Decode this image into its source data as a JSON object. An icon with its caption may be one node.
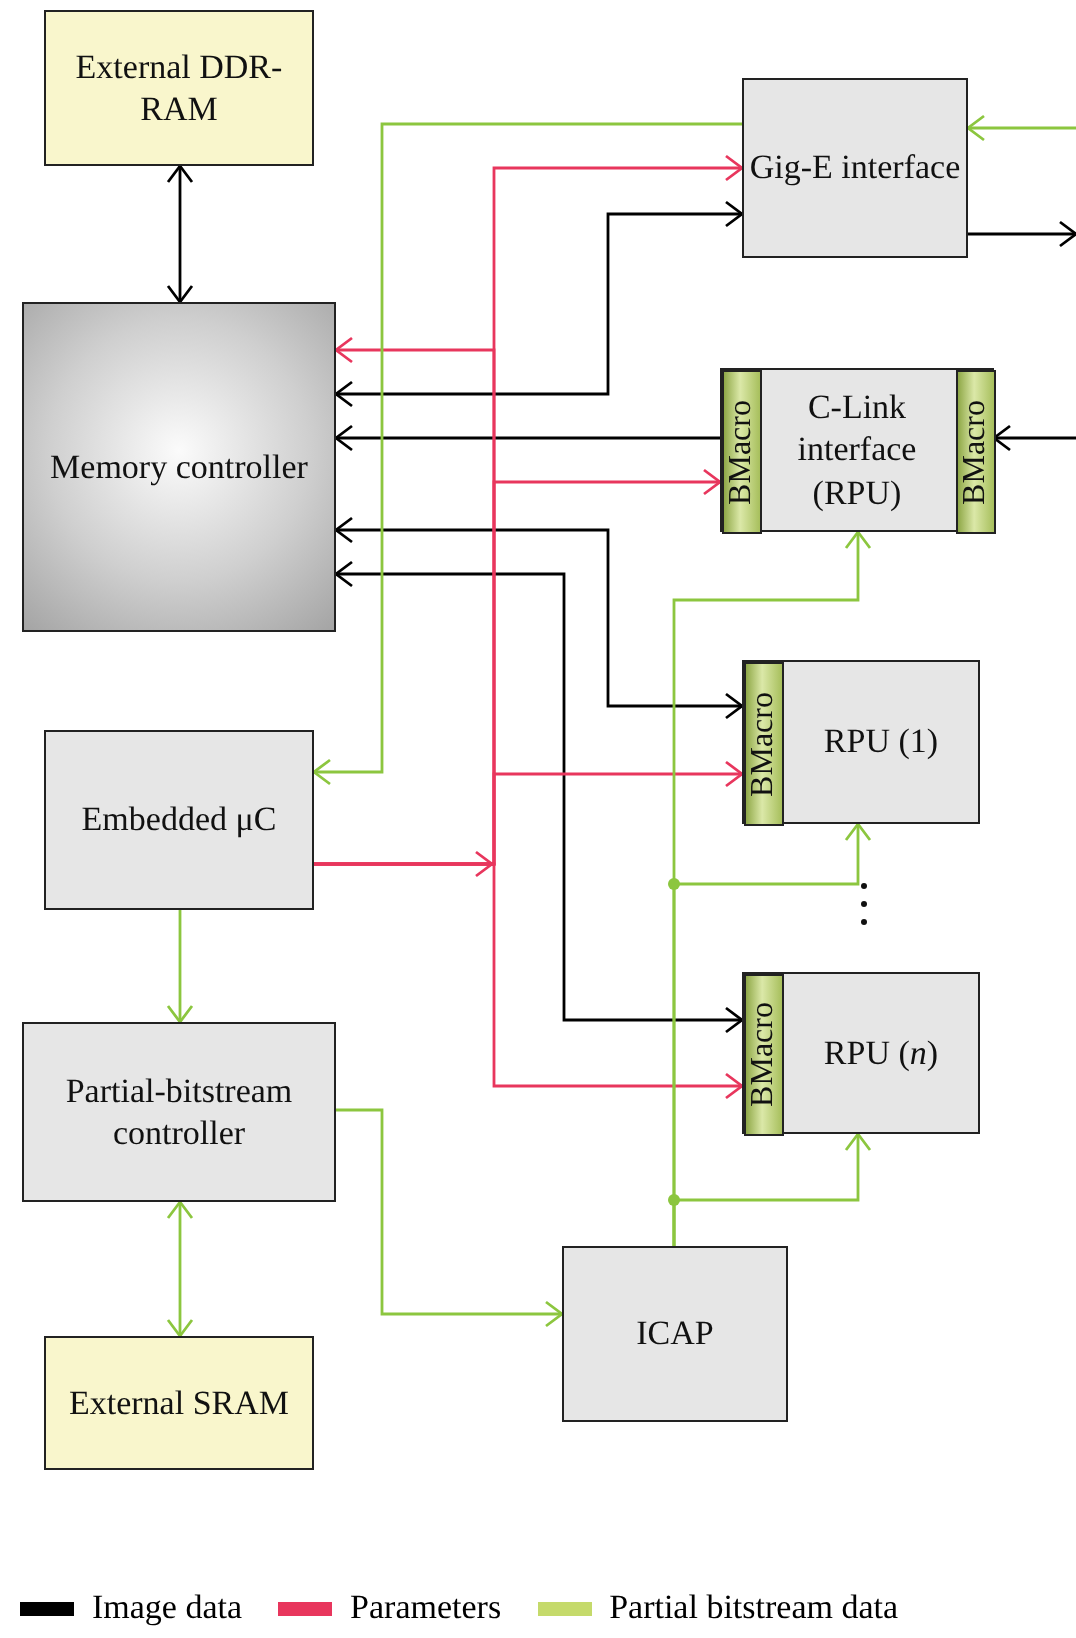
{
  "diagram": {
    "nodes": [
      {
        "text": [
          "External DDR-RAM"
        ]
      },
      {
        "text": [
          "Gig-E interface"
        ]
      },
      {
        "text": [
          "Memory controller"
        ]
      },
      {
        "text": [
          "C-Link interface (RPU)"
        ]
      },
      {
        "text": [
          "BMacro"
        ],
        "in": 3
      },
      {
        "text": [
          "BMacro"
        ],
        "in": 3
      },
      {
        "text": [
          "RPU (1)"
        ]
      },
      {
        "text": [
          "BMacro"
        ],
        "in": 6
      },
      {
        "text": [
          "Embedded μC"
        ]
      },
      {
        "text": [
          "RPU (*n*)"
        ]
      },
      {
        "text": [
          "BMacro"
        ],
        "in": 9
      },
      {
        "text": [
          "Partial-bitstream controller"
        ]
      },
      {
        "text": [
          "ICAP"
        ]
      },
      {
        "text": [
          "External SRAM"
        ]
      }
    ],
    "edges": [
      {
        "from": 0,
        "to": 2,
        "arrow": "both",
        "color": "#000000"
      },
      {
        "from": 2,
        "to": 1,
        "arrow": "both",
        "color": "#000000"
      },
      {
        "from": 1,
        "to": null,
        "arrow": "to",
        "color": "#000000"
      },
      {
        "from": 4,
        "to": 2,
        "arrow": "to",
        "color": "#000000"
      },
      {
        "from": null,
        "to": 5,
        "arrow": "to",
        "color": "#000000"
      },
      {
        "from": 2,
        "to": 7,
        "arrow": "both",
        "color": "#000000"
      },
      {
        "from": 2,
        "to": 10,
        "arrow": "both",
        "color": "#000000"
      },
      {
        "from": 8,
        "to": 1,
        "arrow": "to",
        "color": "#e8365d"
      },
      {
        "from": 8,
        "to": 2,
        "arrow": "to",
        "color": "#e8365d"
      },
      {
        "from": 8,
        "to": 4,
        "arrow": "to",
        "color": "#e8365d"
      },
      {
        "from": 8,
        "to": 7,
        "arrow": "to",
        "color": "#e8365d"
      },
      {
        "from": 8,
        "to": 10,
        "arrow": "to",
        "color": "#e8365d"
      },
      {
        "from": 1,
        "to": 8,
        "arrow": "to",
        "color": "#8cc63f"
      },
      {
        "from": null,
        "to": 1,
        "arrow": "to",
        "color": "#8cc63f"
      },
      {
        "from": 8,
        "to": 11,
        "arrow": "to",
        "color": "#8cc63f"
      },
      {
        "from": 11,
        "to": 13,
        "arrow": "both",
        "color": "#8cc63f"
      },
      {
        "from": 11,
        "to": 12,
        "arrow": "to",
        "color": "#8cc63f"
      },
      {
        "from": 12,
        "to": 9,
        "arrow": "to",
        "color": "#8cc63f"
      },
      {
        "from": 12,
        "to": 6,
        "arrow": "to",
        "color": "#8cc63f"
      },
      {
        "from": 12,
        "to": 3,
        "arrow": "to",
        "color": "#8cc63f"
      }
    ],
    "legend": [
      {
        "text": "Image data",
        "color": "#000000"
      },
      {
        "text": "Parameters",
        "color": "#e8365d"
      },
      {
        "text": "Partial bitstream data",
        "color": "#c5da6b"
      }
    ]
  }
}
